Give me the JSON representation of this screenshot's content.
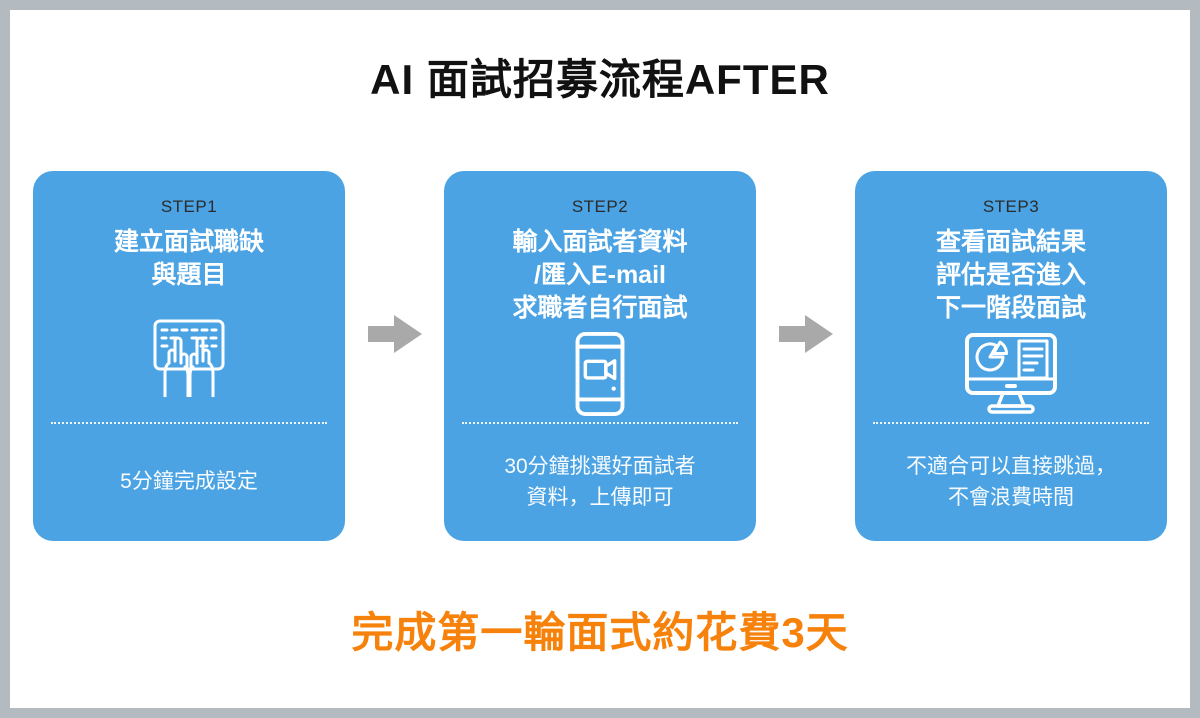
{
  "page": {
    "title": "AI 面試招募流程AFTER",
    "footer": "完成第一輪面式約花費3天"
  },
  "colors": {
    "card_blue": "#4ba3e4",
    "arrow_gray": "#a9a9a9",
    "frame_gray": "#b3bac0",
    "accent_orange": "#f7820b",
    "step_label_dark": "#2b2b2b",
    "title_black": "#111111",
    "icon_white": "#ffffff"
  },
  "steps": [
    {
      "label": "STEP1",
      "title": "建立面試職缺\n與題目",
      "icon": "keyboard-typing-icon",
      "note": "5分鐘完成設定"
    },
    {
      "label": "STEP2",
      "title": "輸入面試者資料\n/匯入E-mail\n求職者自行面試",
      "icon": "phone-video-interview-icon",
      "note": "30分鐘挑選好面試者\n資料，上傳即可"
    },
    {
      "label": "STEP3",
      "title": "查看面試結果\n評估是否進入\n下一階段面試",
      "icon": "monitor-results-icon",
      "note": "不適合可以直接跳過，\n不會浪費時間"
    }
  ],
  "arrows": [
    "flow-arrow-1",
    "flow-arrow-2"
  ]
}
